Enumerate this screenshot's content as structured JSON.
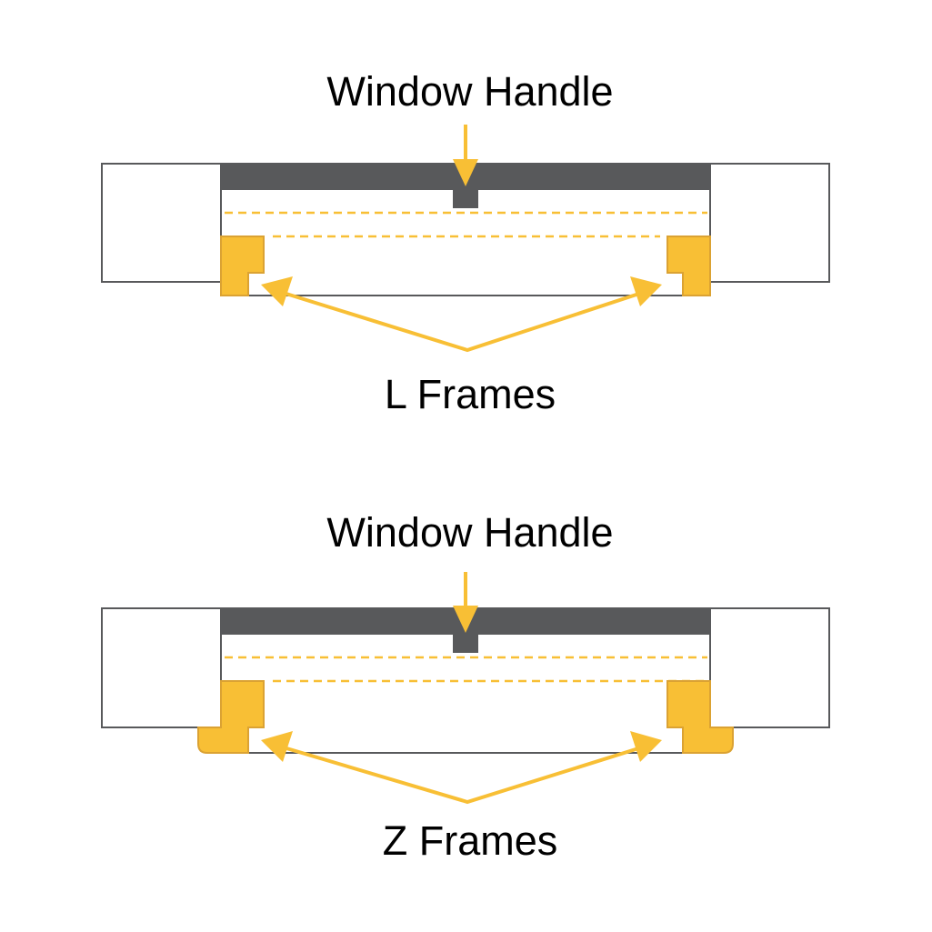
{
  "diagrams": [
    {
      "handle_label": "Window Handle",
      "frames_label": "L Frames"
    },
    {
      "handle_label": "Window Handle",
      "frames_label": "Z Frames"
    }
  ],
  "colors": {
    "frame": "#f8bf35",
    "handle": "#58595b",
    "outline": "#58595b"
  }
}
